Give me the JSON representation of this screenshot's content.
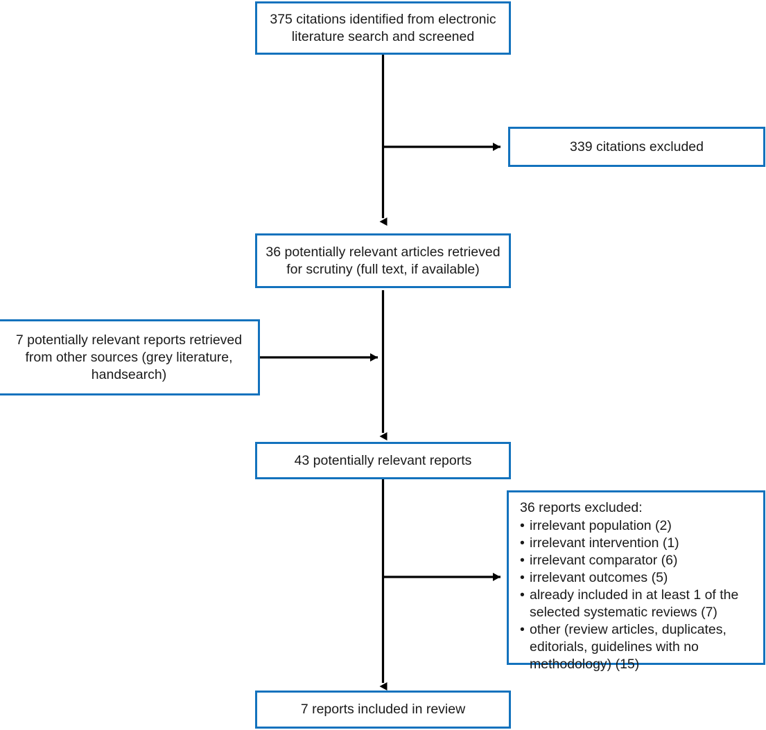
{
  "diagram": {
    "type": "prisma-flow-diagram",
    "accent_color": "#1372BD",
    "text_color": "#1a1a1a",
    "background_color": "#ffffff",
    "arrow_color": "#000000"
  },
  "boxes": {
    "identified": {
      "text": "375 citations identified from electronic\nliterature search and screened",
      "count": 375
    },
    "citations_excluded": {
      "text": "339 citations excluded",
      "count": 339
    },
    "retrieved_articles": {
      "text": "36 potentially relevant articles retrieved\nfor scrutiny (full text, if available)",
      "count": 36
    },
    "other_sources": {
      "text": "7 potentially relevant reports retrieved\nfrom other sources (grey literature,\nhandsearch)",
      "count": 7
    },
    "relevant_reports": {
      "text": "43 potentially relevant reports",
      "count": 43
    },
    "included": {
      "text": "7 reports included in review",
      "count": 7
    },
    "reports_excluded": {
      "title": "36 reports excluded:",
      "count": 36,
      "bullet": "•",
      "items": [
        {
          "text": "irrelevant population (2)",
          "n": 2
        },
        {
          "text": "irrelevant intervention (1)",
          "n": 1
        },
        {
          "text": "irrelevant comparator (6)",
          "n": 6
        },
        {
          "text": "irrelevant outcomes (5)",
          "n": 5
        },
        {
          "text": "already included in at least 1 of the\nselected systematic reviews (7)",
          "n": 7
        },
        {
          "text": "other (review articles, duplicates,\neditorials, guidelines with no\nmethodology) (15)",
          "n": 15
        }
      ]
    }
  }
}
